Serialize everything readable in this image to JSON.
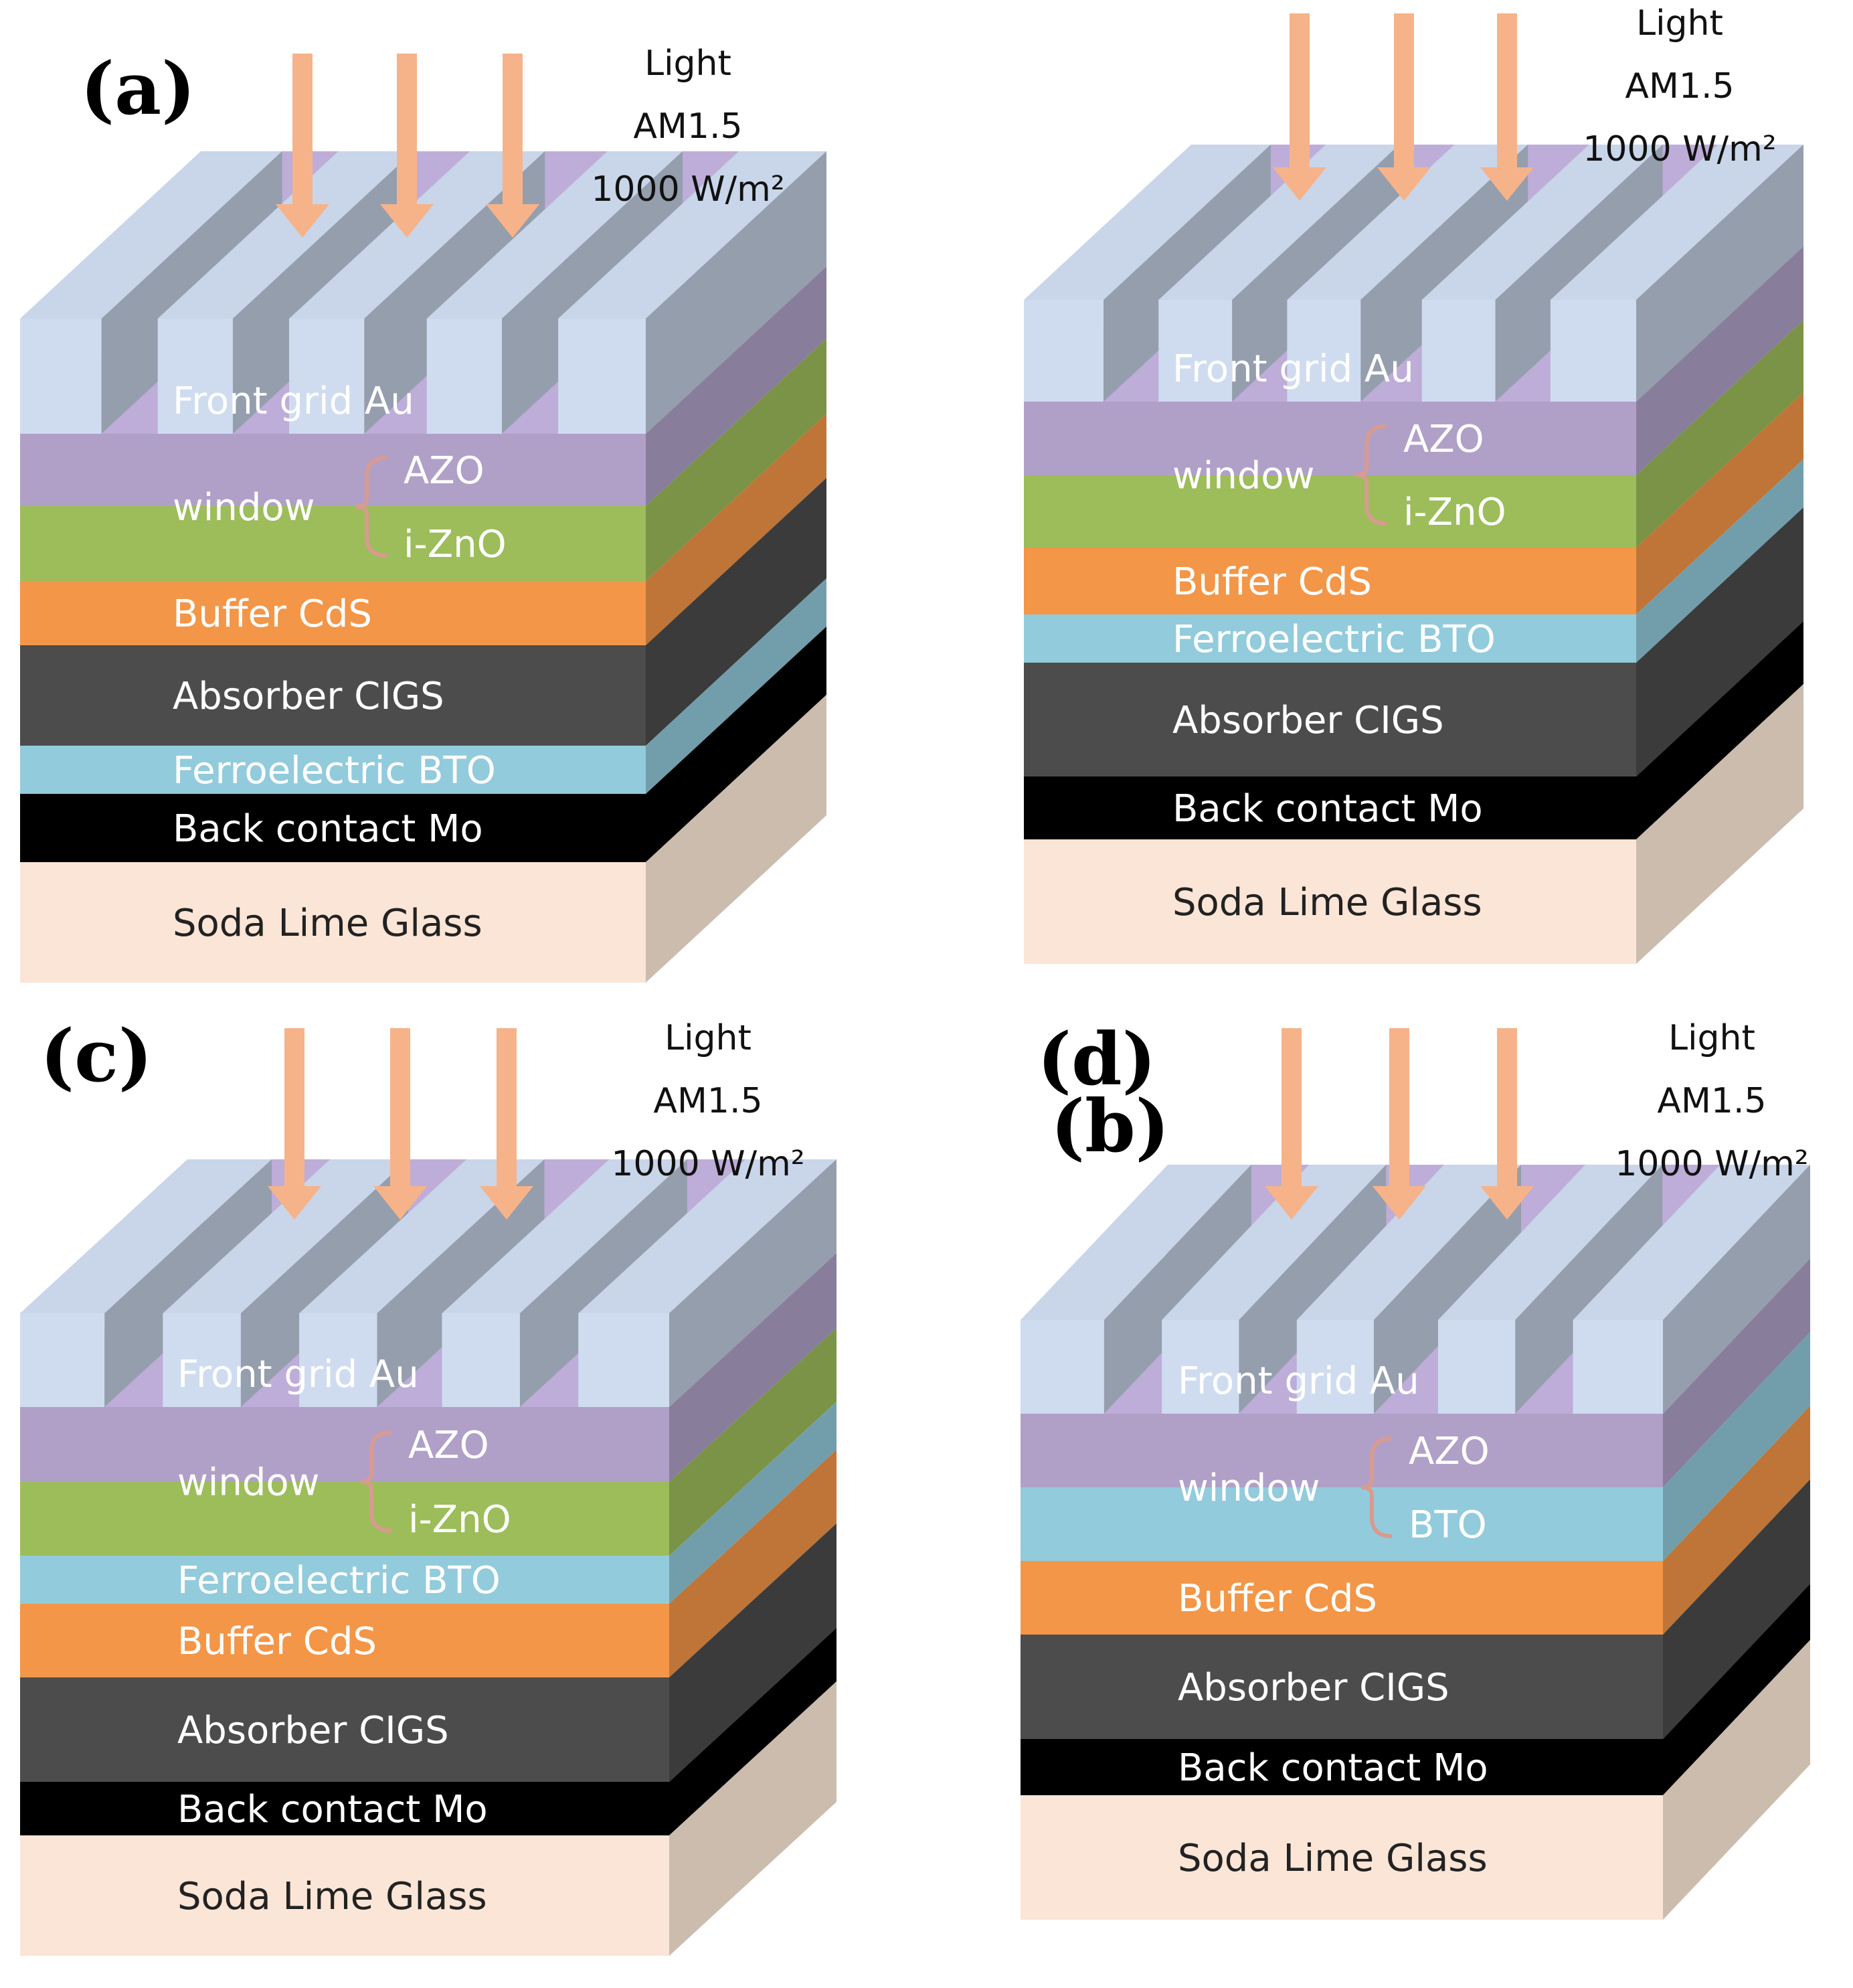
{
  "figure": {
    "panels": [
      {
        "id": "a",
        "label": "(a)",
        "light": {
          "line1": "Light",
          "line2": "AM1.5",
          "line3": "1000 W/m²"
        },
        "front_grid": {
          "label": "Front grid Au",
          "color": "#cfdcf0"
        },
        "window": {
          "label": "window",
          "brace_color": "#d99a90"
        },
        "layers": [
          {
            "name": "azo",
            "label": "AZO",
            "color": "#b0a0c8",
            "in_window": true
          },
          {
            "name": "i-zno",
            "label": "i-ZnO",
            "color": "#9cbd5a",
            "in_window": true
          },
          {
            "name": "buffer-cds",
            "label": "Buffer CdS",
            "color": "#f39647"
          },
          {
            "name": "absorber-cigs",
            "label": "Absorber CIGS",
            "color": "#4c4c4c"
          },
          {
            "name": "ferroelectric-bto",
            "label": "Ferroelectric BTO",
            "color": "#92cbdc"
          },
          {
            "name": "back-contact-mo",
            "label": "Back contact Mo",
            "color": "#000000"
          },
          {
            "name": "soda-lime-glass",
            "label": "Soda Lime Glass",
            "color": "#fbe5d6"
          }
        ]
      },
      {
        "id": "b",
        "label": "(b)",
        "light": {
          "line1": "Light",
          "line2": "AM1.5",
          "line3": "1000 W/m²"
        },
        "front_grid": {
          "label": "Front grid Au",
          "color": "#cfdcf0"
        },
        "window": {
          "label": "window",
          "brace_color": "#d99a90"
        },
        "layers": [
          {
            "name": "azo",
            "label": "AZO",
            "color": "#b0a0c8",
            "in_window": true
          },
          {
            "name": "i-zno",
            "label": "i-ZnO",
            "color": "#9cbd5a",
            "in_window": true
          },
          {
            "name": "buffer-cds",
            "label": "Buffer CdS",
            "color": "#f39647"
          },
          {
            "name": "ferroelectric-bto",
            "label": "Ferroelectric BTO",
            "color": "#92cbdc"
          },
          {
            "name": "absorber-cigs",
            "label": "Absorber CIGS",
            "color": "#4c4c4c"
          },
          {
            "name": "back-contact-mo",
            "label": "Back contact Mo",
            "color": "#000000"
          },
          {
            "name": "soda-lime-glass",
            "label": "Soda Lime Glass",
            "color": "#fbe5d6"
          }
        ]
      },
      {
        "id": "c",
        "label": "(c)",
        "light": {
          "line1": "Light",
          "line2": "AM1.5",
          "line3": "1000 W/m²"
        },
        "front_grid": {
          "label": "Front grid Au",
          "color": "#cfdcf0"
        },
        "window": {
          "label": "window",
          "brace_color": "#d99a90"
        },
        "layers": [
          {
            "name": "azo",
            "label": "AZO",
            "color": "#b0a0c8",
            "in_window": true
          },
          {
            "name": "i-zno",
            "label": "i-ZnO",
            "color": "#9cbd5a",
            "in_window": true
          },
          {
            "name": "ferroelectric-bto",
            "label": "Ferroelectric BTO",
            "color": "#92cbdc"
          },
          {
            "name": "buffer-cds",
            "label": "Buffer CdS",
            "color": "#f39647"
          },
          {
            "name": "absorber-cigs",
            "label": "Absorber CIGS",
            "color": "#4c4c4c"
          },
          {
            "name": "back-contact-mo",
            "label": "Back contact Mo",
            "color": "#000000"
          },
          {
            "name": "soda-lime-glass",
            "label": "Soda Lime Glass",
            "color": "#fbe5d6"
          }
        ]
      },
      {
        "id": "d",
        "label": "(d)",
        "light": {
          "line1": "Light",
          "line2": "AM1.5",
          "line3": "1000 W/m²"
        },
        "front_grid": {
          "label": "Front grid Au",
          "color": "#cfdcf0"
        },
        "window": {
          "label": "window",
          "brace_color": "#d99a90"
        },
        "layers": [
          {
            "name": "azo",
            "label": "AZO",
            "color": "#b0a0c8",
            "in_window": true
          },
          {
            "name": "bto",
            "label": "BTO",
            "color": "#92cbdc",
            "in_window": true
          },
          {
            "name": "buffer-cds",
            "label": "Buffer CdS",
            "color": "#f39647"
          },
          {
            "name": "absorber-cigs",
            "label": "Absorber CIGS",
            "color": "#4c4c4c"
          },
          {
            "name": "back-contact-mo",
            "label": "Back contact Mo",
            "color": "#000000"
          },
          {
            "name": "soda-lime-glass",
            "label": "Soda Lime Glass",
            "color": "#fbe5d6"
          }
        ]
      }
    ],
    "colors": {
      "arrow": "#f6b389",
      "label_text_light": "#ffffff",
      "label_text_dark": "#222222",
      "glass_side": "#cbbcae"
    }
  }
}
